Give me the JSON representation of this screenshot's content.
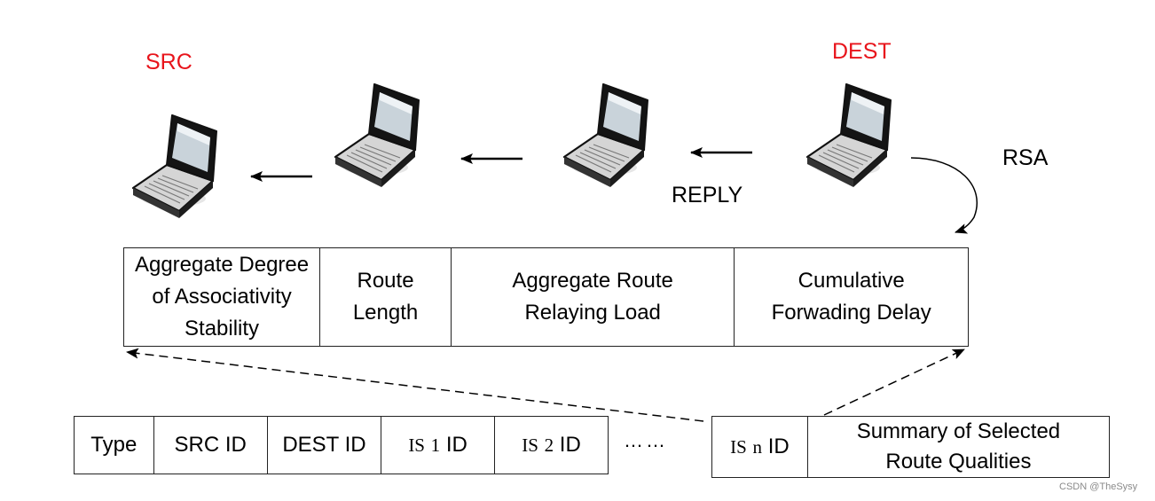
{
  "labels": {
    "src": "SRC",
    "dest": "DEST",
    "rsa": "RSA",
    "reply": "REPLY"
  },
  "route_qualities": [
    "Aggregate Degree of Associativity Stability",
    "Route Length",
    "Aggregate Route Relaying Load",
    "Cumulative Forwading Delay"
  ],
  "packet_fields_left": [
    "Type",
    "SRC ID",
    "DEST ID"
  ],
  "intermediate_fields": [
    {
      "prefix": "IS",
      "index": "1",
      "suffix": "ID"
    },
    {
      "prefix": "IS",
      "index": "2",
      "suffix": "ID"
    }
  ],
  "ellipsis": "……",
  "last_intermediate": {
    "prefix": "IS",
    "index": "n",
    "suffix": "ID"
  },
  "summary_field": "Summary of Selected Route Qualities",
  "watermark": "CSDN @TheSysy",
  "colors": {
    "node_label": "#e8141b",
    "lines": "#000000"
  },
  "icons": [
    "laptop-icon",
    "laptop-icon",
    "laptop-icon",
    "laptop-icon"
  ]
}
